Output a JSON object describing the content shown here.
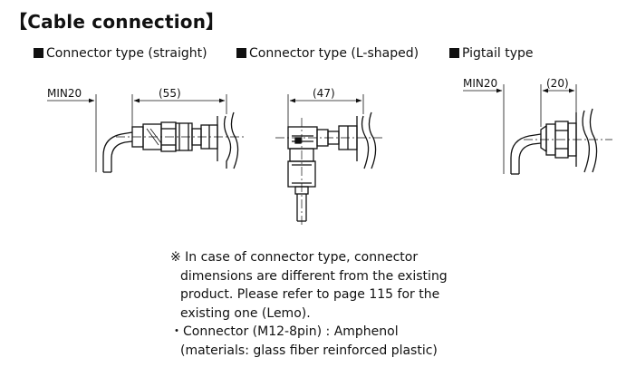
{
  "title": "【Cable connection】",
  "captions": {
    "straight": "Connector type (straight)",
    "lshaped": "Connector type (L-shaped)",
    "pigtail": "Pigtail type"
  },
  "dimensions": {
    "straight_min": "MIN20",
    "straight_len": "(55)",
    "lshaped_len": "(47)",
    "pigtail_min": "MIN20",
    "pigtail_len": "(20)"
  },
  "notes": [
    "※ In case of connector type, connector",
    "dimensions are different from the existing",
    "product. Please refer to page 115 for the",
    "existing one (Lemo).",
    "・Connector (M12-8pin) : Amphenol",
    "(materials: glass fiber reinforced plastic)"
  ]
}
